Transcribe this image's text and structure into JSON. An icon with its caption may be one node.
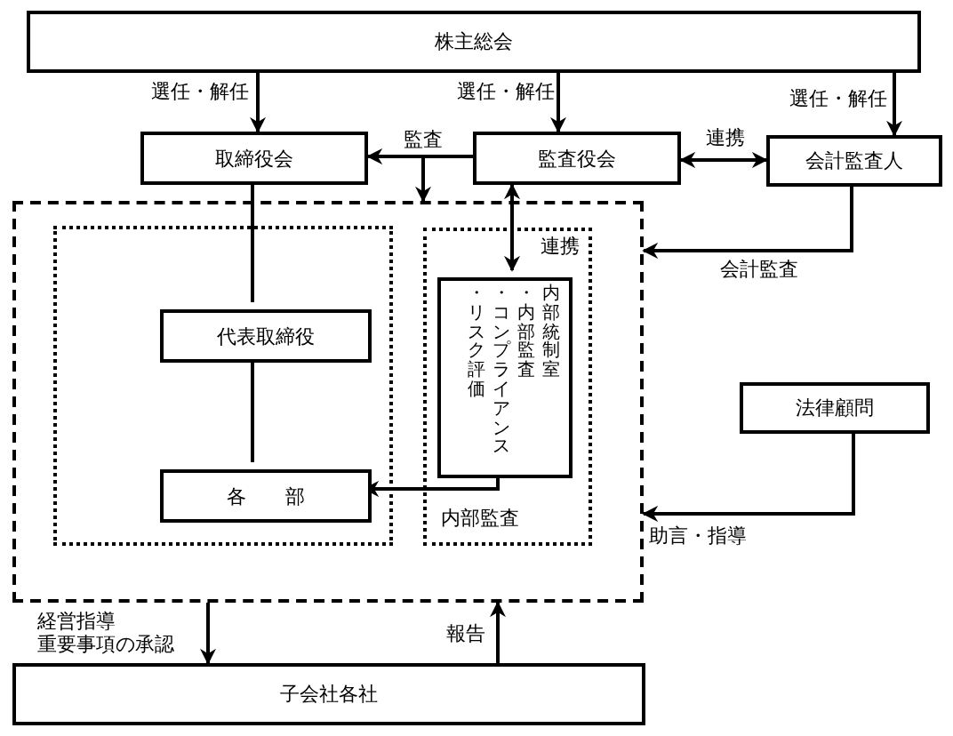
{
  "diagram": {
    "nodes": [
      {
        "text": [
          "株主総会"
        ]
      },
      {
        "text": [
          "取締役会"
        ]
      },
      {
        "text": [
          "監査役会"
        ]
      },
      {
        "text": [
          "会計監査人"
        ]
      },
      {
        "text": [],
        "shape": "box"
      },
      {
        "text": [],
        "shape": "box",
        "in": 4
      },
      {
        "text": [
          "内部監査"
        ],
        "in": 4
      },
      {
        "text": [
          "代表取締役"
        ],
        "in": 5
      },
      {
        "text": [
          "各　　部"
        ],
        "in": 5
      },
      {
        "text": [
          "内部統制室",
          "・内部監査",
          "・コンプライアンス",
          "・リスク評価"
        ],
        "in": 6
      },
      {
        "text": [
          "法律顧問"
        ]
      },
      {
        "text": [
          "子会社各社"
        ]
      }
    ],
    "edges": [
      {
        "from": 0,
        "to": 1,
        "arrow": "to",
        "label": "選任・解任"
      },
      {
        "from": 0,
        "to": 2,
        "arrow": "to",
        "label": "選任・解任"
      },
      {
        "from": 0,
        "to": 3,
        "arrow": "to",
        "label": "選任・解任"
      },
      {
        "from": 2,
        "to": 1,
        "arrow": "to",
        "label": "監査"
      },
      {
        "from": 2,
        "to": 4,
        "arrow": "to"
      },
      {
        "from": 2,
        "to": 3,
        "arrow": "both",
        "label": "連携"
      },
      {
        "from": 1,
        "to": 7,
        "arrow": "none"
      },
      {
        "from": 7,
        "to": 8,
        "arrow": "none"
      },
      {
        "from": 2,
        "to": 9,
        "arrow": "both",
        "label": "連携"
      },
      {
        "from": 9,
        "to": 8,
        "arrow": "to"
      },
      {
        "from": 3,
        "to": 4,
        "arrow": "to",
        "label": "会計監査"
      },
      {
        "from": 10,
        "to": 4,
        "arrow": "to",
        "label": "助言・指導"
      },
      {
        "from": 4,
        "to": 11,
        "arrow": "to",
        "label": "経営指導重要事項の承認"
      },
      {
        "from": 11,
        "to": 4,
        "arrow": "to",
        "label": "報告"
      }
    ]
  }
}
